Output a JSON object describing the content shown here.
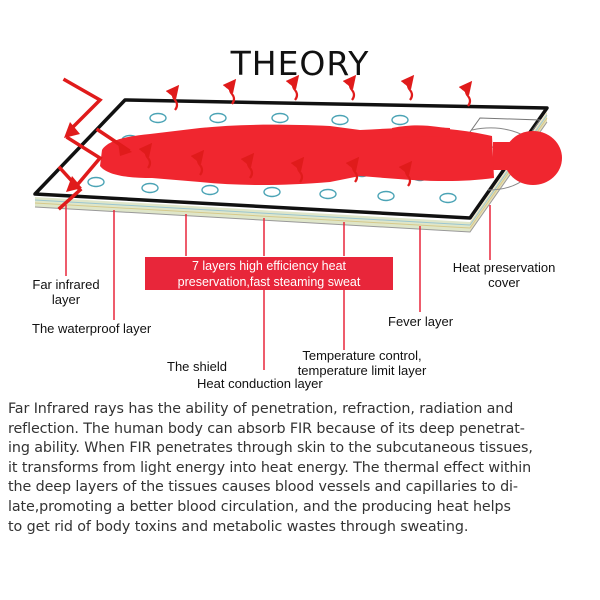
{
  "title": "THEORY",
  "banner": {
    "line1": "7 layers high efficiency heat",
    "line2": "preservation,fast steaming sweat"
  },
  "labels": {
    "far_infrared_line1": "Far infrared",
    "far_infrared_line2": "layer",
    "waterproof": "The waterproof layer",
    "shield": "The shield",
    "heat_conduction": "Heat conduction layer",
    "temp_control_line1": "Temperature control,",
    "temp_control_line2": "temperature limit layer",
    "fever": "Fever layer",
    "heat_preservation_line1": "Heat preservation",
    "heat_preservation_line2": "cover"
  },
  "paragraph_lines": [
    "Far Infrared rays has the ability of penetration, refraction, radiation and",
    "reflection. The human body can absorb FIR because of its deep penetrat-",
    "ing ability. When FIR penetrates through skin to the subcutaneous tissues,",
    "it transforms from light energy into heat energy. The thermal effect within",
    "the deep layers of the tissues causes blood vessels and capillaries to di-",
    "late,promoting a better blood circulation, and the producing heat helps",
    "to get rid of body toxins and metabolic wastes through sweating."
  ],
  "colors": {
    "body_red": "#f0262f",
    "banner_red": "#e8263a",
    "arrow_red": "#e01b1b",
    "circle_teal": "#4aa3b5",
    "mat_outline": "#111111"
  }
}
